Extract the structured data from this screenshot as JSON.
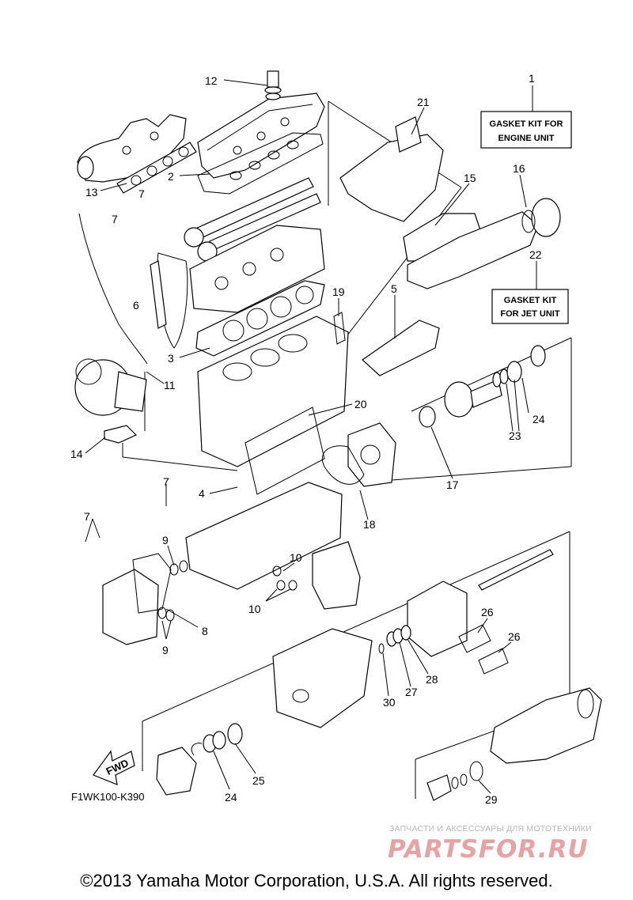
{
  "diagram": {
    "code": "F1WK100-K390",
    "fwd_label": "FWD",
    "kit_boxes": [
      {
        "id": "engine",
        "line1": "GASKET KIT FOR",
        "line2": "ENGINE UNIT"
      },
      {
        "id": "jet",
        "line1": "GASKET KIT",
        "line2": "FOR JET UNIT"
      }
    ],
    "callouts": {
      "c1": "1",
      "c2": "2",
      "c3": "3",
      "c4": "4",
      "c5": "5",
      "c6": "6",
      "c7a": "7",
      "c7b": "7",
      "c7c": "7",
      "c7d": "7",
      "c8": "8",
      "c9a": "9",
      "c9b": "9",
      "c10a": "10",
      "c10b": "10",
      "c11": "11",
      "c12": "12",
      "c13": "13",
      "c14": "14",
      "c15": "15",
      "c16": "16",
      "c17": "17",
      "c18": "18",
      "c19": "19",
      "c20": "20",
      "c21": "21",
      "c22": "22",
      "c23": "23",
      "c24a": "24",
      "c24b": "24",
      "c25": "25",
      "c26a": "26",
      "c26b": "26",
      "c27": "27",
      "c28": "28",
      "c29": "29",
      "c30": "30"
    }
  },
  "watermark": {
    "caption": "ЗАПЧАСТИ И АКСЕССУАРЫ ДЛЯ МОТОТЕХНИКИ",
    "logo": "PARTSFOR.RU"
  },
  "copyright": "©2013 Yamaha Motor Corporation, U.S.A. All rights reserved."
}
